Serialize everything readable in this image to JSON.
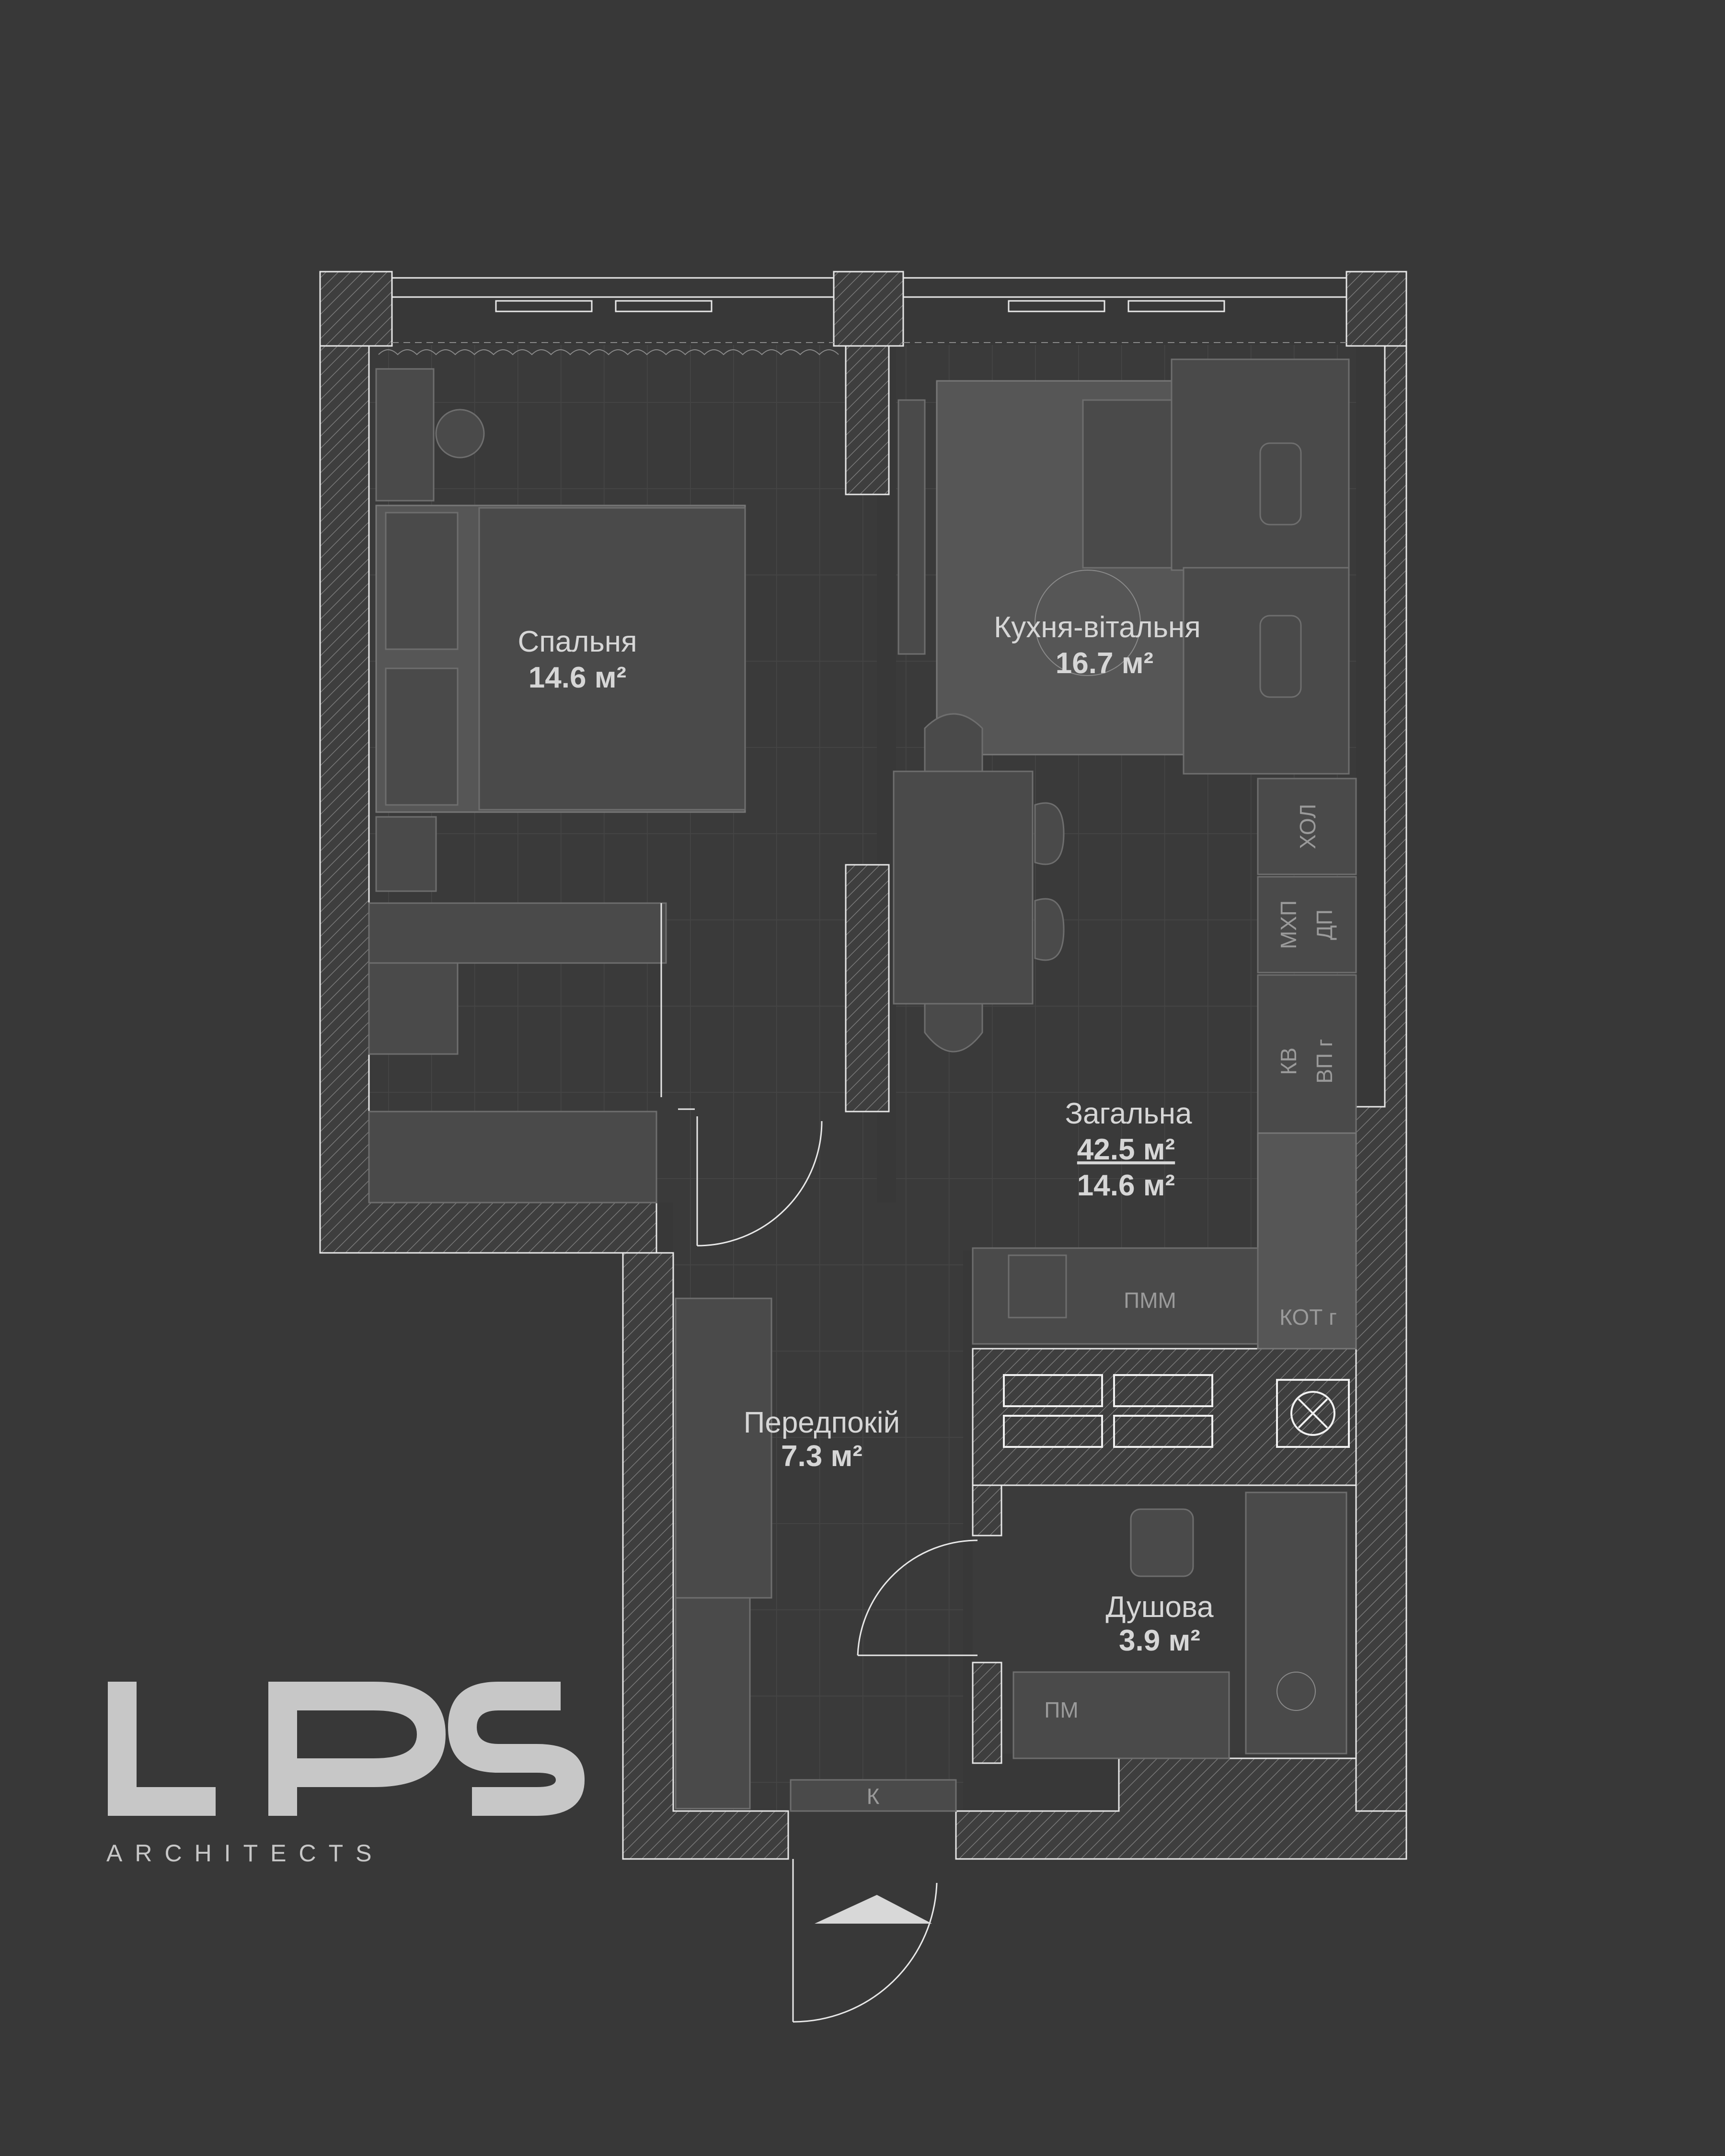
{
  "rooms": {
    "bedroom": {
      "name": "Спальня",
      "area": "14.6 м²"
    },
    "kitchen_living": {
      "name": "Кухня-вітальня",
      "area": "16.7 м²"
    },
    "total": {
      "name": "Загальна",
      "area": "42.5 м²",
      "area2": "14.6 м²"
    },
    "hallway": {
      "name": "Передпокій",
      "area": "7.3 м²"
    },
    "shower": {
      "name": "Душова",
      "area": "3.9 м²"
    }
  },
  "tags": {
    "fridge": "ХОЛ",
    "microwave": "МХП",
    "oven": "ДП",
    "hood": "КВ",
    "hob": "ВП г",
    "dishwasher": "ПММ",
    "boiler": "КОТ г",
    "washer": "ПМ",
    "closet": "К"
  },
  "logo": {
    "mark": "LPS",
    "subtitle": "ARCHITECTS"
  },
  "colors": {
    "background": "#383838",
    "walls_outline": "#e6e6e6",
    "label": "#d6d6d6"
  }
}
